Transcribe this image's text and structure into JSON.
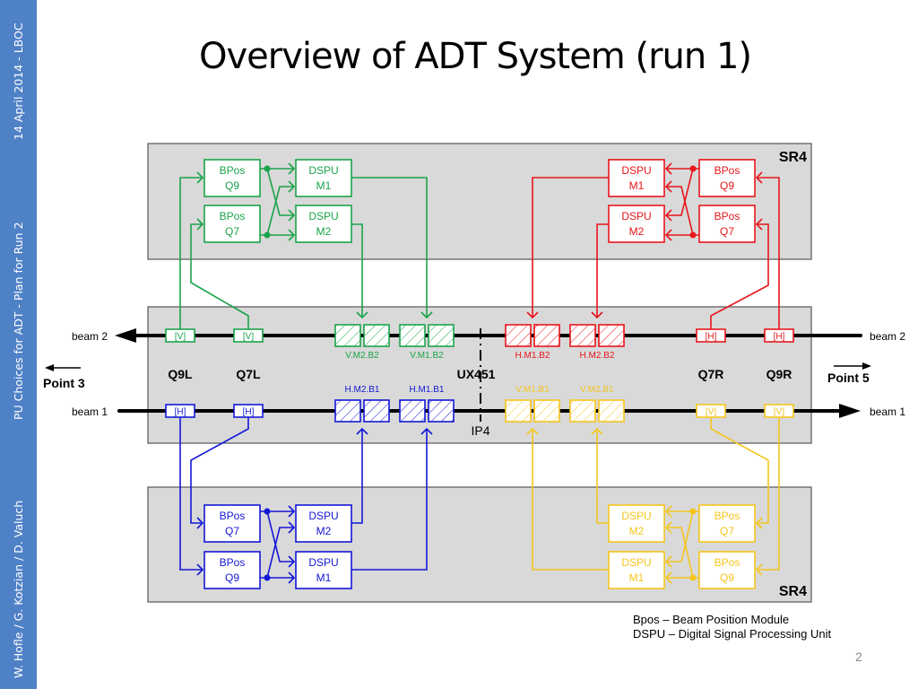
{
  "slide": {
    "title": "Overview of ADT System (run 1)",
    "page_number": "2",
    "sidebar": {
      "date_event": "14 April 2014 - LBOC",
      "talk_title": "PU Choices for ADT - Plan for Run 2",
      "authors": "W. Hofle / G. Kotzian / D. Valuch"
    },
    "legend": [
      "Bpos – Beam Position Module",
      "DSPU – Digital Signal Processing Unit"
    ]
  },
  "colors": {
    "green": "#1aa34a",
    "red": "#e8161c",
    "blue": "#1417d6",
    "yellow": "#f5c51e",
    "panel_bg": "#d9d9d9",
    "sidebar": "#4f81c7"
  },
  "diagram": {
    "region_labels": {
      "top": "SR4",
      "bottom": "SR4"
    },
    "beams": {
      "beam2": "beam 2",
      "beam1": "beam 1"
    },
    "points": {
      "left": "Point 3",
      "right": "Point 5"
    },
    "quad_labels": [
      "Q9L",
      "Q7L",
      "Q7R",
      "Q9R"
    ],
    "center": {
      "cavern": "UX451",
      "ip": "IP4"
    },
    "pickups": {
      "beam2_left": [
        "[V]",
        "[V]"
      ],
      "beam2_right": [
        "[H]",
        "[H]"
      ],
      "beam1_left": [
        "[H]",
        "[H]"
      ],
      "beam1_right": [
        "[V]",
        "[V]"
      ]
    },
    "kickers": {
      "beam2": [
        "V.M2.B2",
        "V.M1.B2",
        "H.M1.B2",
        "H.M2.B2"
      ],
      "beam1": [
        "H.M2.B1",
        "H.M1.B1",
        "V.M1.B1",
        "V.M2.B1"
      ]
    },
    "modules": {
      "green": {
        "bpos": [
          [
            "BPos",
            "Q9"
          ],
          [
            "BPos",
            "Q7"
          ]
        ],
        "dspu": [
          [
            "DSPU",
            "M1"
          ],
          [
            "DSPU",
            "M2"
          ]
        ]
      },
      "red": {
        "bpos": [
          [
            "BPos",
            "Q9"
          ],
          [
            "BPos",
            "Q7"
          ]
        ],
        "dspu": [
          [
            "DSPU",
            "M1"
          ],
          [
            "DSPU",
            "M2"
          ]
        ]
      },
      "blue": {
        "bpos": [
          [
            "BPos",
            "Q7"
          ],
          [
            "BPos",
            "Q9"
          ]
        ],
        "dspu": [
          [
            "DSPU",
            "M2"
          ],
          [
            "DSPU",
            "M1"
          ]
        ]
      },
      "yellow": {
        "bpos": [
          [
            "BPos",
            "Q7"
          ],
          [
            "BPos",
            "Q9"
          ]
        ],
        "dspu": [
          [
            "DSPU",
            "M2"
          ],
          [
            "DSPU",
            "M1"
          ]
        ]
      }
    }
  }
}
